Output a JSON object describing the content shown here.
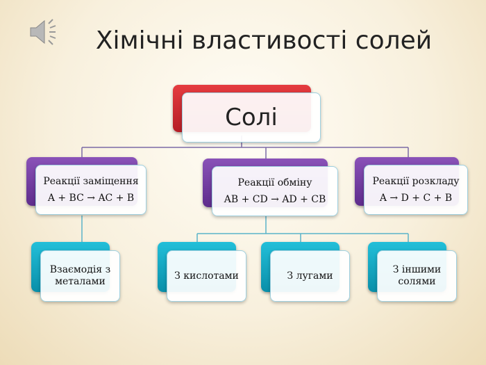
{
  "slide": {
    "title": "Хімічні властивості солей",
    "speaker_icon": "speaker-icon",
    "root": "Солі",
    "categories": [
      {
        "title": "Реакції заміщення",
        "equation": "A + BC → AC + B"
      },
      {
        "title": "Реакції обміну",
        "equation": "AB + CD → AD + CB"
      },
      {
        "title": "Реакції розкладу",
        "equation": "A → D + C + B"
      }
    ],
    "subitems": [
      {
        "label": "Взаємодія з металами"
      },
      {
        "label": "З кислотами"
      },
      {
        "label": "З лугами"
      },
      {
        "label": "З іншими солями"
      }
    ],
    "colors": {
      "root": "#c8252c",
      "category": "#7a3fa8",
      "subitem": "#18a9c4",
      "connector": "#7b6aa6",
      "connector_lower": "#5ab3c9"
    }
  }
}
